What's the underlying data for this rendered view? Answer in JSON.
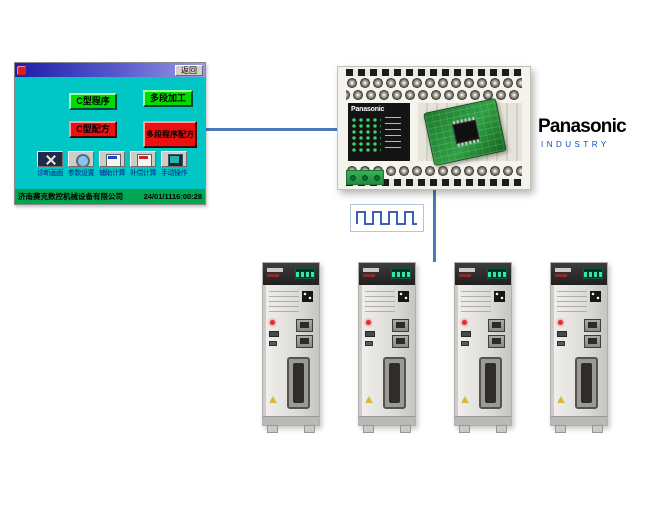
{
  "hmi": {
    "titlebar": {
      "back_button": "返回"
    },
    "buttons": {
      "program_c": "C型程序",
      "multi_segment": "多段加工",
      "recipe_c": "C型配方",
      "recipe_multi": "多段程序配方"
    },
    "toolbar": [
      {
        "label": "诊断画面",
        "icon": "diagnostic-tools-icon"
      },
      {
        "label": "参数设置",
        "icon": "gear-icon"
      },
      {
        "label": "辅助计算",
        "icon": "calculator-blue-icon"
      },
      {
        "label": "补偿计算",
        "icon": "calculator-red-icon"
      },
      {
        "label": "手动操作",
        "icon": "manual-screen-icon"
      }
    ],
    "statusbar": {
      "company": "济南赛克数控机械设备有限公司",
      "datetime": "24/01/1116:00:28"
    }
  },
  "plc": {
    "brand": "Panasonic"
  },
  "logo": {
    "brand": "Panasonic",
    "division": "INDUSTRY"
  },
  "diagram": {
    "servo_count": 4,
    "signal": "square-wave-pulse",
    "colors": {
      "hmi_background": "#00c6c6",
      "button_green": "#00dc00",
      "button_red": "#ee1010",
      "statusbar_green": "#00a651",
      "connection_line": "#4a7ab5",
      "panasonic_blue": "#0a4dbe",
      "pcb_green": "#2ea043"
    }
  }
}
